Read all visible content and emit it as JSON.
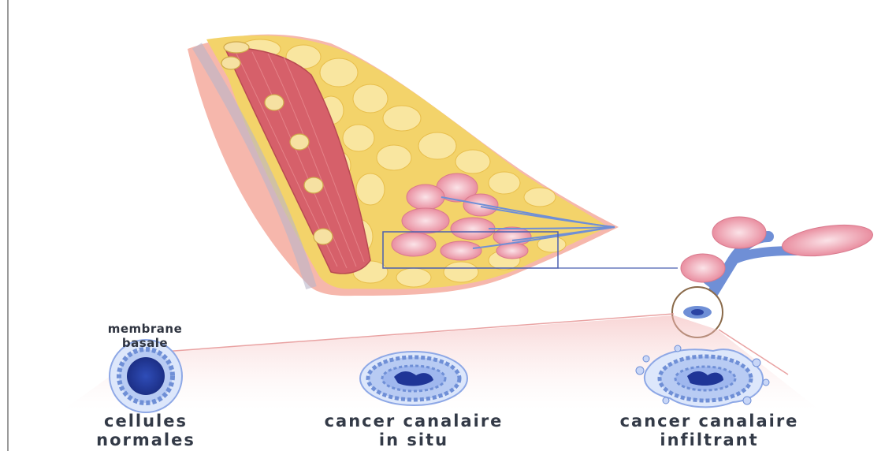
{
  "labels": {
    "membrane_basale": [
      "membrane",
      "basale"
    ],
    "normal": [
      "cellules",
      "normales"
    ],
    "in_situ": [
      "cancer canalaire",
      "in situ"
    ],
    "infiltrant": [
      "cancer canalaire",
      "infiltrant"
    ]
  },
  "colors": {
    "fat": "#f4d670",
    "fat_lobule": "#f9e59b",
    "muscle": "#d9646a",
    "skin": "#f3a7a0",
    "lobule": "#f1a7b4",
    "duct_blue": "#6f8fd6",
    "detail_box": "#4a5fb0"
  }
}
